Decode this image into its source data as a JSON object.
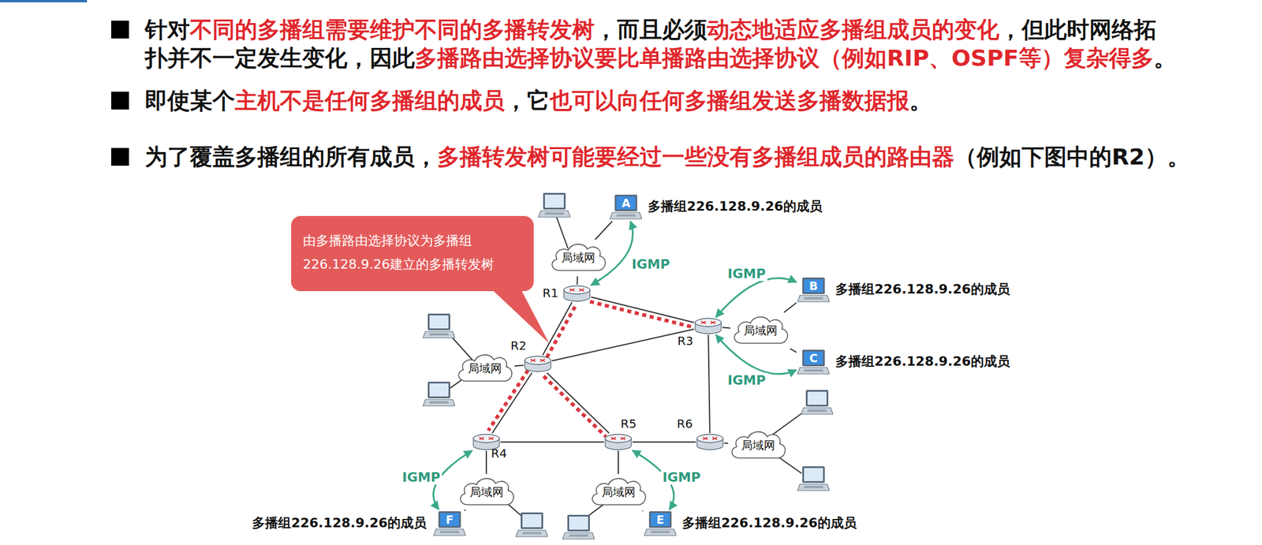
{
  "diagram": {
    "nodes": [
      {
        "text": [
          "由多播路由选择协议为多播组 226.128.9.26建立的多播转发树"
        ]
      },
      {
        "text": [
          "R1"
        ]
      },
      {
        "text": [
          "R2"
        ]
      },
      {
        "text": [
          "R3"
        ]
      },
      {
        "text": [
          "R4"
        ]
      },
      {
        "text": [
          "R5"
        ]
      },
      {
        "text": [
          "R6"
        ]
      },
      {
        "text": [
          "局域网"
        ]
      },
      {
        "text": [
          "局域网"
        ]
      },
      {
        "text": [
          "局域网"
        ]
      },
      {
        "text": [
          "局域网"
        ]
      },
      {
        "text": [
          "局域网"
        ]
      },
      {
        "text": [
          "局域网"
        ]
      },
      {
        "text": [
          "A",
          "多播组226.128.9.26的成员"
        ]
      },
      {
        "text": [
          "B",
          "多播组226.128.9.26的成员"
        ]
      },
      {
        "text": [
          "C",
          "多播组226.128.9.26的成员"
        ]
      },
      {
        "text": [
          "F",
          "多播组226.128.9.26的成员"
        ]
      },
      {
        "text": [
          "E",
          "多播组226.128.9.26的成员"
        ]
      }
    ],
    "edges": [
      {
        "from": 1,
        "to": 2,
        "arrow": "none"
      },
      {
        "from": 1,
        "to": 3,
        "arrow": "none"
      },
      {
        "from": 2,
        "to": 3,
        "arrow": "none"
      },
      {
        "from": 2,
        "to": 4,
        "arrow": "none"
      },
      {
        "from": 2,
        "to": 5,
        "arrow": "none"
      },
      {
        "from": 4,
        "to": 5,
        "arrow": "none"
      },
      {
        "from": 5,
        "to": 6,
        "arrow": "none"
      },
      {
        "from": 3,
        "to": 6,
        "arrow": "none"
      },
      {
        "from": 1,
        "to": 7,
        "arrow": "none"
      },
      {
        "from": 2,
        "to": 8,
        "arrow": "none"
      },
      {
        "from": 3,
        "to": 9,
        "arrow": "none"
      },
      {
        "from": 4,
        "to": 10,
        "arrow": "none"
      },
      {
        "from": 5,
        "to": 11,
        "arrow": "none"
      },
      {
        "from": 6,
        "to": 12,
        "arrow": "none"
      },
      {
        "from": 7,
        "to": 13,
        "arrow": "none"
      },
      {
        "from": 9,
        "to": 14,
        "arrow": "none"
      },
      {
        "from": 9,
        "to": 15,
        "arrow": "none"
      },
      {
        "from": 10,
        "to": 16,
        "arrow": "none"
      },
      {
        "from": 11,
        "to": 17,
        "arrow": "none"
      },
      {
        "from": 1,
        "to": 13,
        "label": "IGMP",
        "arrow": "both"
      },
      {
        "from": 3,
        "to": 14,
        "label": "IGMP",
        "arrow": "both"
      },
      {
        "from": 3,
        "to": 15,
        "label": "IGMP",
        "arrow": "both"
      },
      {
        "from": 4,
        "to": 16,
        "label": "IGMP",
        "arrow": "both"
      },
      {
        "from": 5,
        "to": 17,
        "label": "IGMP",
        "arrow": "both"
      },
      {
        "from": 2,
        "to": 1,
        "arrow": "none"
      },
      {
        "from": 1,
        "to": 3,
        "arrow": "none"
      },
      {
        "from": 2,
        "to": 4,
        "arrow": "none"
      },
      {
        "from": 2,
        "to": 5,
        "arrow": "none"
      }
    ],
    "labels": [
      "针对",
      "不同的多播组需要维护不同的多播转发树",
      "，而且必须",
      "动态地适应多播组成员的变化",
      "，但此时网络拓扑并不一定发生变化，因此",
      "多播路由选择协议要比单播路由选择协议（例如RIP、OSPF等）复杂得多",
      "。",
      "即使某个",
      "主机不是任何多播组的成员",
      "，它",
      "也可以向任何多播组发送多播数据报",
      "。",
      "为了覆盖多播组的所有成员，",
      "多播转发树可能要经过一些没有多播组成员的路由器",
      "（例如下图中的R2）。"
    ]
  }
}
